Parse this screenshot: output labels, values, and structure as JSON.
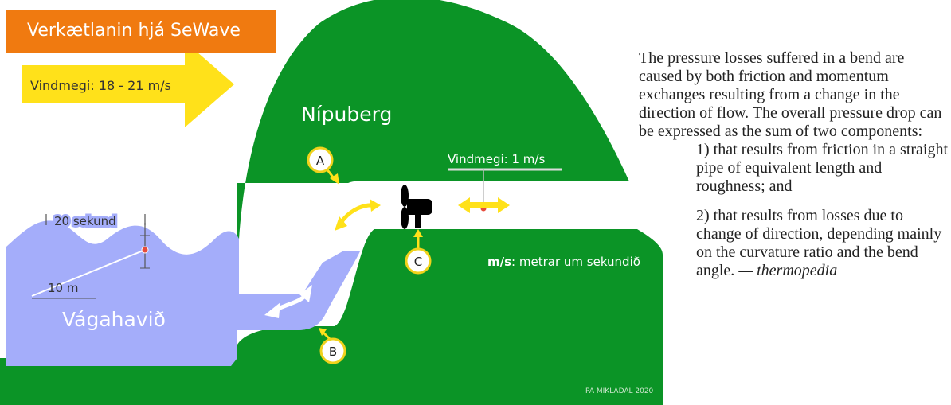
{
  "title": "Verkætlanin hjá SeWave",
  "labels": {
    "wind_main": "Vindmegi: 18 - 21  m/s",
    "mountain": "Nípuberg",
    "wind_tunnel": "Vindmegi: 1 m/s",
    "wave_period": "20 sekund",
    "wave_height": "10 m",
    "bay": "Vágahavið",
    "units_key": "m/s",
    "units_desc": ": metrar um sekundið",
    "credit": "PA MIKLADAL 2020"
  },
  "markers": {
    "a": "A",
    "b": "B",
    "c": "C"
  },
  "description": {
    "intro": "The pressure losses suffered in a bend are caused by both friction and momentum exchanges resulting from a change in the direction of flow. The overall pressure drop can be expressed as the sum of two components:",
    "point1": "1) that results from friction in a straight pipe of equivalent length and roughness; and",
    "point2": "2) that results from losses due to change of direction, depending mainly on the curvature ratio and the bend angle.",
    "attribution": "— thermopedia"
  },
  "colors": {
    "title_bg": "#f07a10",
    "arrow_yellow": "#ffe11a",
    "grass_green": "#0b9426",
    "water_blue": "#a4adfa",
    "marker_border": "#f0d21c"
  }
}
